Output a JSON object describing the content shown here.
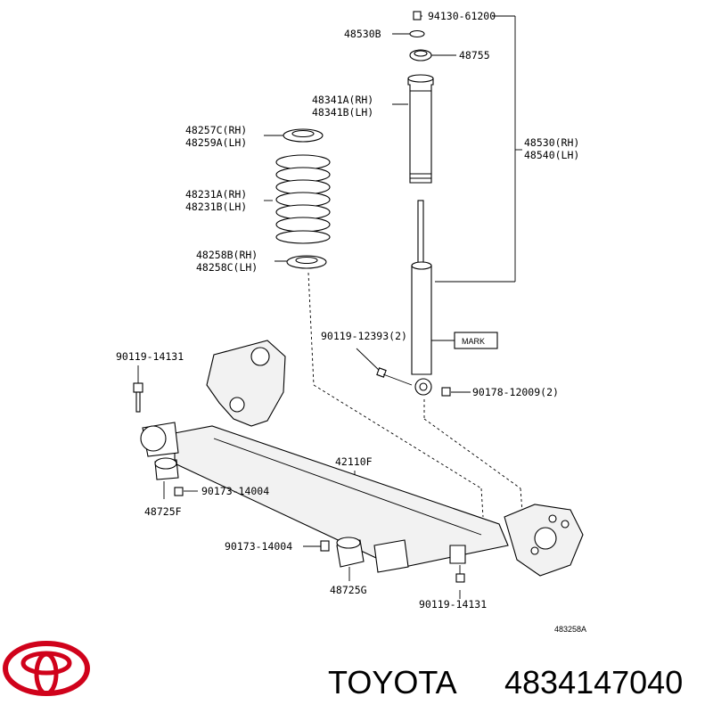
{
  "diagram": {
    "labels": {
      "p94130": "94130-61200",
      "p48530b": "48530B",
      "p48755": "48755",
      "p48341a": "48341A(RH)",
      "p48341b": "48341B(LH)",
      "p48257c": "48257C(RH)",
      "p48259a": "48259A(LH)",
      "p48530rh": "48530(RH)",
      "p48540lh": "48540(LH)",
      "p48231a": "48231A(RH)",
      "p48231b": "48231B(LH)",
      "p48258b": "48258B(RH)",
      "p48258c": "48258C(LH)",
      "p90119_12393": "90119-12393(2)",
      "mark": "MARK",
      "p90119_14131_top": "90119-14131",
      "p90178_12009": "90178-12009(2)",
      "p42110f": "42110F",
      "p90173_14004_a": "90173-14004",
      "p48725f": "48725F",
      "p90173_14004_b": "90173-14004",
      "p48725g": "48725G",
      "p90119_14131_bot": "90119-14131",
      "ref": "483258A"
    }
  },
  "footer": {
    "brand": "TOYOTA",
    "part_number": "4834147040",
    "logo_color": "#d0021b"
  }
}
